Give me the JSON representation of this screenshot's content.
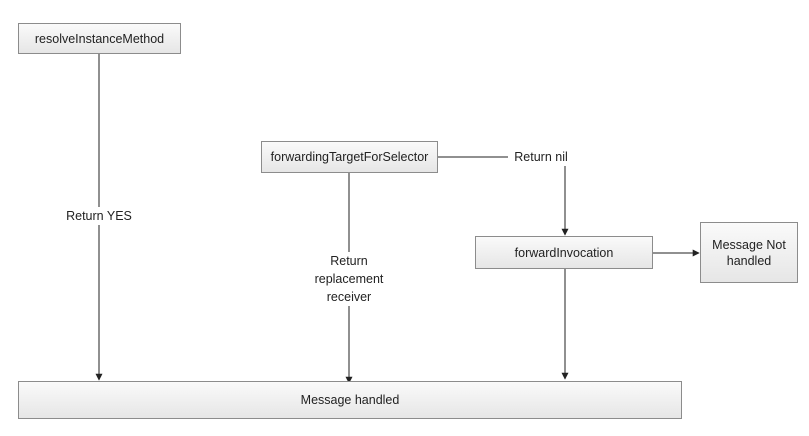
{
  "nodes": {
    "resolve": "resolveInstanceMethod",
    "forwarding_target": "forwardingTargetForSelector",
    "forward_invocation": "forwardInvocation",
    "not_handled_line1": "Message Not",
    "not_handled_line2": "handled",
    "handled": "Message handled"
  },
  "edge_labels": {
    "return_yes": "Return YES",
    "return_nil": "Return nil",
    "replacement_line1": "Return",
    "replacement_line2": "replacement",
    "replacement_line3": "receiver"
  },
  "colors": {
    "stroke": "#222222",
    "node_border": "#8c8c8c",
    "node_fill_top": "#fafafa",
    "node_fill_bottom": "#e6e6e6"
  }
}
